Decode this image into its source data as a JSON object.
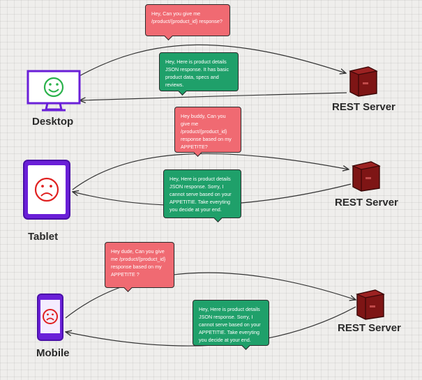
{
  "devices": {
    "desktop": {
      "label": "Desktop",
      "face": "smile-face-icon",
      "face_color": "#2bb24c",
      "frame_color": "#7b2cf0"
    },
    "tablet": {
      "label": "Tablet",
      "face": "sad-face-icon",
      "face_color": "#e02020",
      "frame_color": "#6a1fd8"
    },
    "mobile": {
      "label": "Mobile",
      "face": "sad-face-icon",
      "face_color": "#e02020",
      "frame_color": "#6a1fd8"
    }
  },
  "servers": [
    {
      "label": "REST Server"
    },
    {
      "label": "REST Server"
    },
    {
      "label": "REST Server"
    }
  ],
  "messages": {
    "desktop_request": "Hey, Can you give me /product/{product_id} response?",
    "desktop_response": "Hey, Here is product details JSON response. It has basic product data, specs and reviews.",
    "tablet_request": "Hey buddy, Can you give me /product/{product_id} response based on my APPETITE?",
    "tablet_response": "Hey, Here is product details JSON response. Sorry, I cannot serve based on your APPETITIE. Take everyting you decide at your end.",
    "mobile_request": "Hey dude, Can you give me /product/{product_id} response based on my APPETITE ?",
    "mobile_response": "Hey, Here is product details JSON response. Sorry, I cannot serve based on your APPETITIE. Take everyting you decide at your end."
  },
  "colors": {
    "request_bubble": "#f06a72",
    "response_bubble": "#1fa06a",
    "server": "#7e1515",
    "device_frame": "#6a1fd8"
  }
}
